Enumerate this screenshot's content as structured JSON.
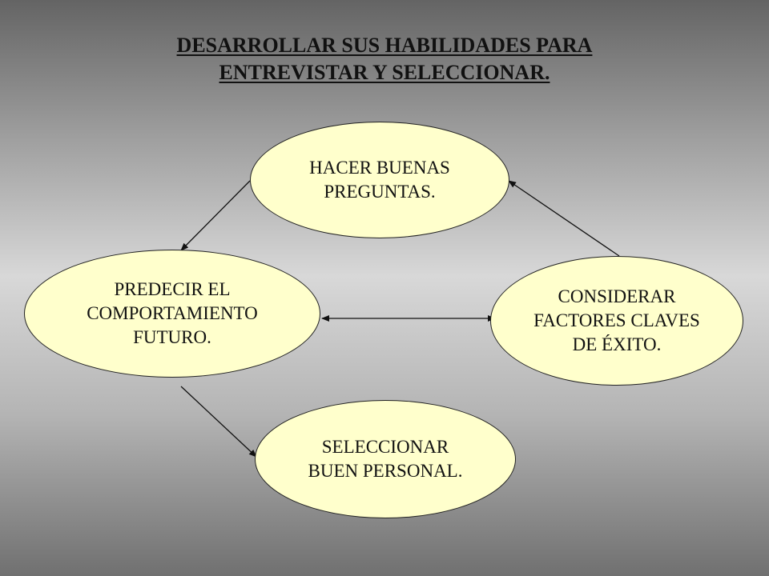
{
  "title": {
    "line1": "DESARROLLAR SUS HABILIDADES PARA",
    "line2": "ENTREVISTAR Y SELECCIONAR."
  },
  "nodes": {
    "top": {
      "lines": [
        "HACER BUENAS",
        "PREGUNTAS."
      ]
    },
    "left": {
      "lines": [
        "PREDECIR EL",
        "COMPORTAMIENTO",
        "FUTURO."
      ]
    },
    "right": {
      "lines": [
        "CONSIDERAR",
        "FACTORES CLAVES",
        "DE ÉXITO."
      ]
    },
    "bottom": {
      "lines": [
        "SELECCIONAR",
        "BUEN PERSONAL."
      ]
    }
  },
  "colors": {
    "node_fill": "#ffffcc",
    "node_border": "#222222",
    "arrow": "#111111"
  },
  "edges": [
    {
      "from": "top",
      "to": "left",
      "kind": "arrow"
    },
    {
      "from": "right",
      "to": "top",
      "kind": "arrow"
    },
    {
      "from": "left",
      "to": "right",
      "kind": "double-arrow"
    },
    {
      "from": "left",
      "to": "bottom",
      "kind": "arrow"
    }
  ]
}
